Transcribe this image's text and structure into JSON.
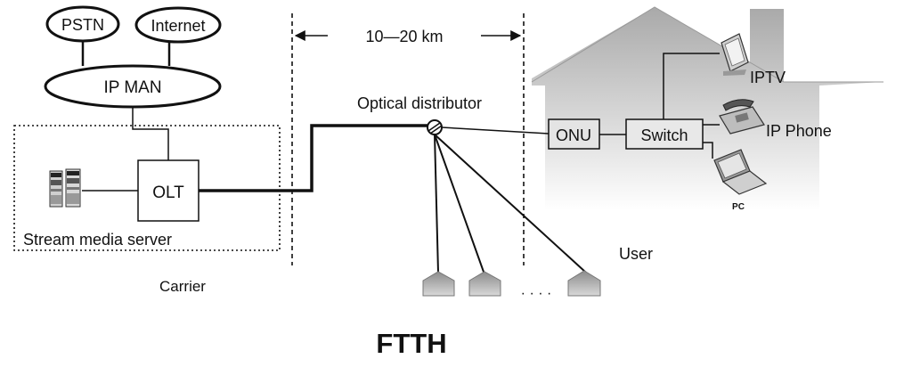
{
  "network": {
    "pstn": "PSTN",
    "internet": "Internet",
    "ip_man": "IP MAN"
  },
  "carrier": {
    "olt": "OLT",
    "stream_server": "Stream media server",
    "region_label": "Carrier"
  },
  "distance": "10—20 km",
  "splitter": "Optical distributor",
  "user": {
    "region_label": "User",
    "onu": "ONU",
    "switch": "Switch",
    "iptv": "IPTV",
    "ip_phone": "IP Phone",
    "pc": "PC",
    "ellipsis": "· · · ·"
  },
  "caption": "FTTH"
}
